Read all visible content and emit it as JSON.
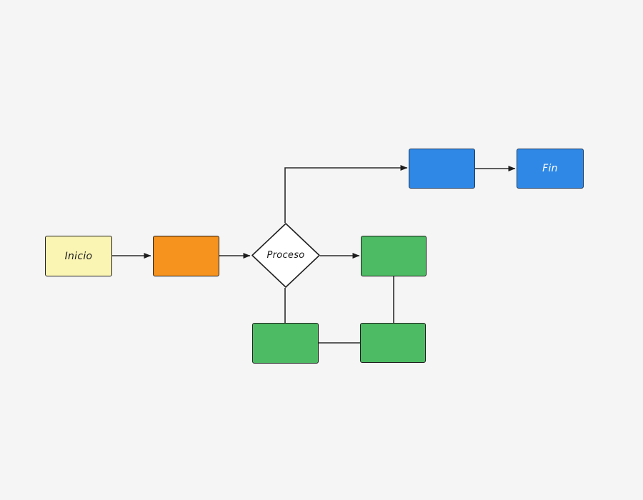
{
  "canvas": {
    "background": "#f5f5f5"
  },
  "diagram": {
    "type": "flowchart",
    "nodes": {
      "inicio": {
        "label": "Inicio",
        "shape": "rectangle",
        "fill": "#fbf5b4",
        "border": "#1e1e1e",
        "text": "#1b1b1b"
      },
      "process_step": {
        "label": "",
        "shape": "rectangle",
        "fill": "#f6921e",
        "border": "#1e1e1e"
      },
      "decision": {
        "label": "Proceso",
        "shape": "diamond",
        "fill": "#ffffff",
        "border": "#1e1e1e",
        "text": "#1b1b1b"
      },
      "result_right": {
        "label": "",
        "shape": "rectangle",
        "fill": "#4dbb63",
        "border": "#1e1e1e"
      },
      "result_bottom_left": {
        "label": "",
        "shape": "rectangle",
        "fill": "#4dbb63",
        "border": "#1e1e1e"
      },
      "result_bottom_right": {
        "label": "",
        "shape": "rectangle",
        "fill": "#4dbb63",
        "border": "#1e1e1e"
      },
      "output_top": {
        "label": "",
        "shape": "rectangle",
        "fill": "#2f88e5",
        "border": "#17365c"
      },
      "fin": {
        "label": "Fin",
        "shape": "rectangle",
        "fill": "#2f88e5",
        "border": "#17365c",
        "text": "#ffffff"
      }
    },
    "connectors": {
      "color": "#2b2b2b",
      "arrow_color": "#1e1e1e",
      "edges": [
        {
          "from": "inicio",
          "to": "process_step",
          "arrow": true
        },
        {
          "from": "process_step",
          "to": "decision",
          "arrow": true
        },
        {
          "from": "decision",
          "to": "result_right",
          "arrow": true
        },
        {
          "from": "decision",
          "to": "output_top",
          "arrow": true
        },
        {
          "from": "output_top",
          "to": "fin",
          "arrow": true
        },
        {
          "from": "decision",
          "to": "result_bottom_left",
          "arrow": false
        },
        {
          "from": "result_right",
          "to": "result_bottom_right",
          "arrow": false
        },
        {
          "from": "result_bottom_left",
          "to": "result_bottom_right",
          "arrow": false
        }
      ]
    }
  }
}
